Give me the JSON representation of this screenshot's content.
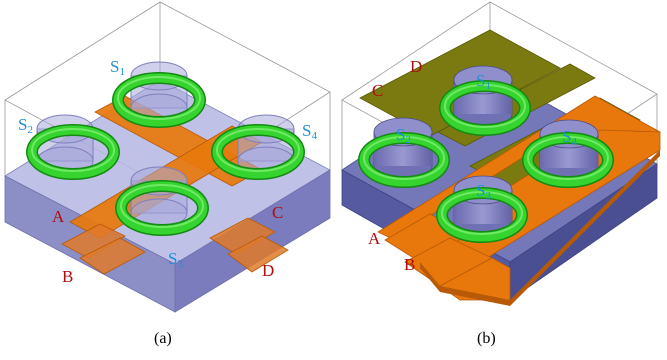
{
  "figure": {
    "colors": {
      "left_substrate": "#8c8ec6",
      "left_substrate_dark": "#6f71ad",
      "orange": "#e8780c",
      "orange_dark": "#b85a05",
      "olive": "#7a7a10",
      "cylinder": "#7f7fbf",
      "cylinder_top": "#a9a9d8",
      "ring_green": "#33d62e",
      "ring_green_dark": "#1d9b1b",
      "label_blue": "#1e90d8",
      "label_red": "#b00d0d",
      "right_substrate": "#565aa0"
    },
    "panel_a": {
      "caption": "(a)",
      "labels": {
        "s1_base": "S",
        "s1_sub": "1",
        "s2_base": "S",
        "s2_sub": "2",
        "s3_base": "S",
        "s3_sub": "3",
        "s4_base": "S",
        "s4_sub": "4",
        "port_a": "A",
        "port_b": "B",
        "port_c": "C",
        "port_d": "D"
      }
    },
    "panel_b": {
      "caption": "(b)",
      "labels": {
        "s1_base": "S",
        "s1_sub": "1",
        "s2_base": "S",
        "s2_sub": "2",
        "s3_base": "S",
        "s3_sub": "3",
        "s4_base": "S",
        "s4_sub": "4",
        "port_a": "A",
        "port_b": "B",
        "port_c": "C",
        "port_d": "D"
      }
    }
  }
}
